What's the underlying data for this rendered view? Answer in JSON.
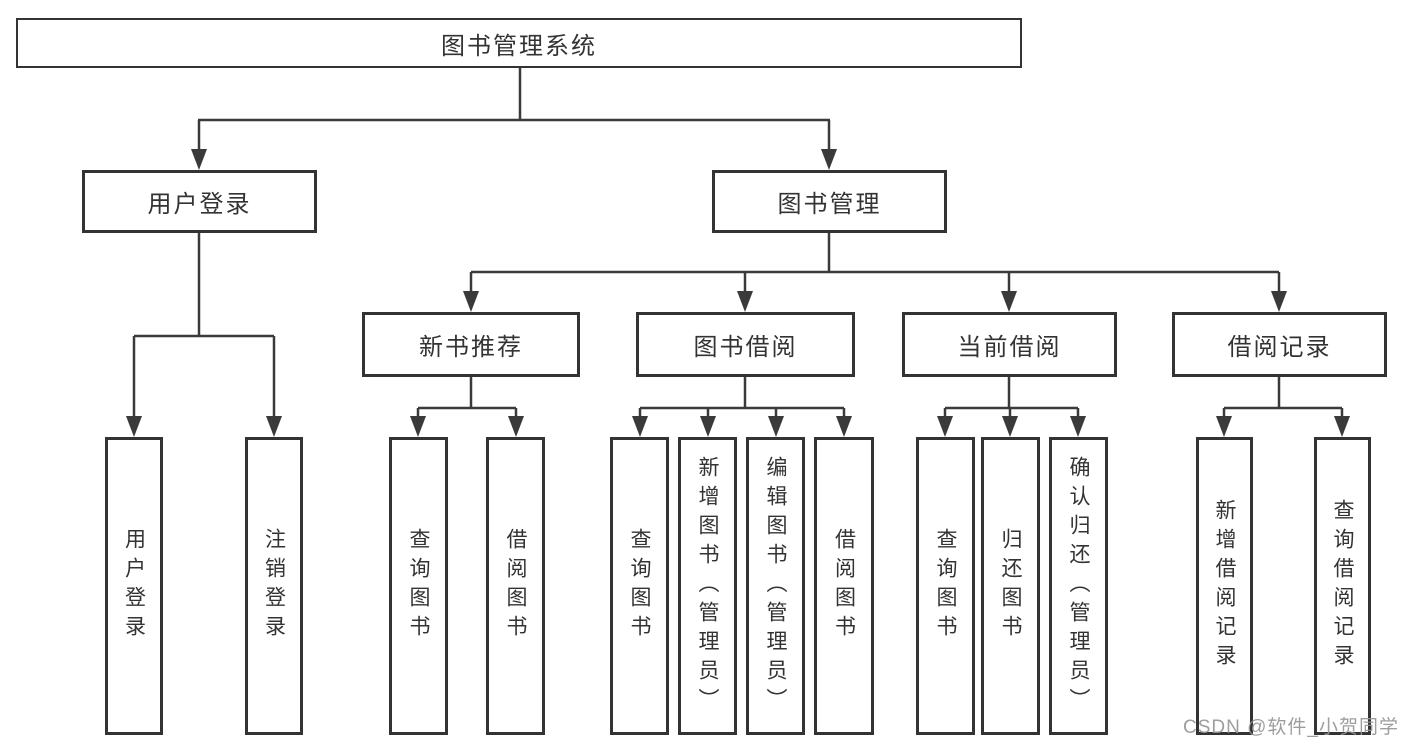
{
  "tree": {
    "root": {
      "label": "图书管理系统"
    },
    "branches": [
      {
        "label": "用户登录",
        "children": [
          {
            "label": "用户登录"
          },
          {
            "label": "注销登录"
          }
        ]
      },
      {
        "label": "图书管理",
        "groups": [
          {
            "label": "新书推荐",
            "children": [
              {
                "label": "查询图书"
              },
              {
                "label": "借阅图书"
              }
            ]
          },
          {
            "label": "图书借阅",
            "children": [
              {
                "label": "查询图书"
              },
              {
                "label": "新增图书（管理员）"
              },
              {
                "label": "编辑图书（管理员）"
              },
              {
                "label": "借阅图书"
              }
            ]
          },
          {
            "label": "当前借阅",
            "children": [
              {
                "label": "查询图书"
              },
              {
                "label": "归还图书"
              },
              {
                "label": "确认归还（管理员）"
              }
            ]
          },
          {
            "label": "借阅记录",
            "children": [
              {
                "label": "新增借阅记录"
              },
              {
                "label": "查询借阅记录"
              }
            ]
          }
        ]
      }
    ]
  },
  "colors": {
    "line": "#3a3a3a",
    "border": "#333333",
    "text": "#333333",
    "watermark": "#969696"
  },
  "watermark": "CSDN @软件_小贺同学"
}
